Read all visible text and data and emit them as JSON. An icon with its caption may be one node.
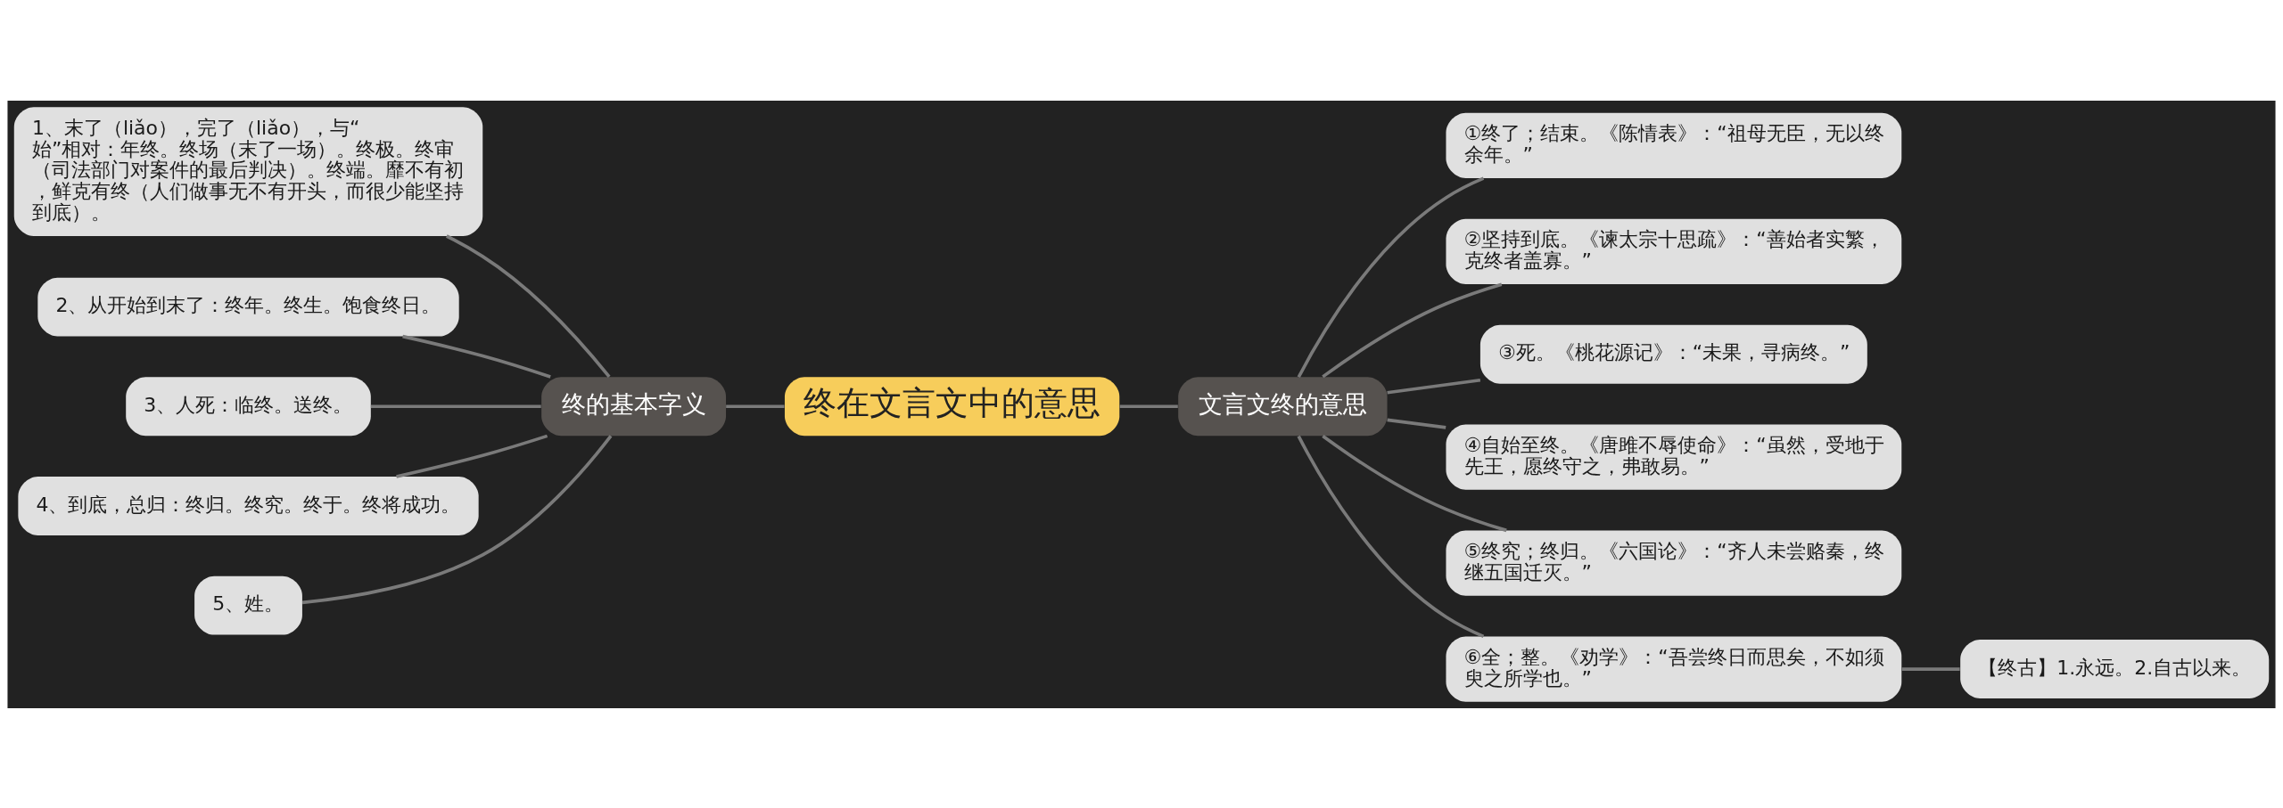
{
  "diagram": {
    "nodes": [
      {
        "text": [
          "终在文言文中的意思"
        ]
      },
      {
        "text": [
          "终的基本字义"
        ]
      },
      {
        "text": [
          "1、末了（liǎo），完了（liǎo），与“始”相对：年终。终场（末了一场）。终极。终审（司法部门对案件的最后判决）。终端。靡不有初，鲜克有终（人们做事无不有开头，而很少能坚持到底）。"
        ]
      },
      {
        "text": [
          "2、从开始到末了：终年。终生。饱食终日。"
        ]
      },
      {
        "text": [
          "3、人死：临终。送终。"
        ]
      },
      {
        "text": [
          "4、到底，总归：终归。终究。终于。终将成功。"
        ]
      },
      {
        "text": [
          "5、姓。"
        ]
      },
      {
        "text": [
          "文言文终的意思"
        ]
      },
      {
        "text": [
          "①终了；结束。《陈情表》：“祖母无臣，无以终余年。”"
        ]
      },
      {
        "text": [
          "②坚持到底。《谏太宗十思疏》：“善始者实繁，克终者盖寡。”"
        ]
      },
      {
        "text": [
          "③死。《桃花源记》：“未果，寻病终。”"
        ]
      },
      {
        "text": [
          "④自始至终。《唐雎不辱使命》：“虽然，受地于先王，愿终守之，弗敢易。”"
        ]
      },
      {
        "text": [
          "⑤终究；终归。《六国论》：“齐人未尝赂秦，终继五国迁灭。”"
        ]
      },
      {
        "text": [
          "⑥全；整。《劝学》：“吾尝终日而思矣，不如须臾之所学也。”"
        ]
      },
      {
        "text": [
          "【终古】1.永远。2.自古以来。"
        ]
      }
    ],
    "edges": [
      {
        "from": 0,
        "to": 1,
        "arrow": "none"
      },
      {
        "from": 1,
        "to": 2,
        "arrow": "none"
      },
      {
        "from": 1,
        "to": 3,
        "arrow": "none"
      },
      {
        "from": 1,
        "to": 4,
        "arrow": "none"
      },
      {
        "from": 1,
        "to": 5,
        "arrow": "none"
      },
      {
        "from": 1,
        "to": 6,
        "arrow": "none"
      },
      {
        "from": 0,
        "to": 7,
        "arrow": "none"
      },
      {
        "from": 7,
        "to": 8,
        "arrow": "none"
      },
      {
        "from": 7,
        "to": 9,
        "arrow": "none"
      },
      {
        "from": 7,
        "to": 10,
        "arrow": "none"
      },
      {
        "from": 7,
        "to": 11,
        "arrow": "none"
      },
      {
        "from": 7,
        "to": 12,
        "arrow": "none"
      },
      {
        "from": 7,
        "to": 13,
        "arrow": "none"
      },
      {
        "from": 13,
        "to": 14,
        "arrow": "none"
      }
    ]
  }
}
